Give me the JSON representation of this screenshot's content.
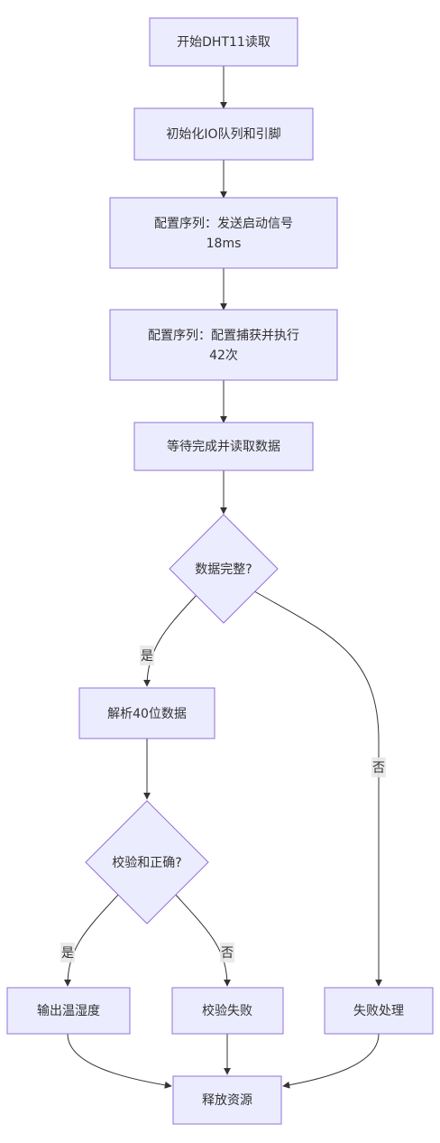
{
  "colors": {
    "node_fill": "#ECECFF",
    "node_stroke": "#9370DB",
    "edge": "#333333",
    "label_bg": "#E8E8E8",
    "text": "#333333"
  },
  "nodes": {
    "start": {
      "lines": [
        "开始DHT11读取"
      ]
    },
    "init": {
      "lines": [
        "初始化IO队列和引脚"
      ]
    },
    "config_start": {
      "lines": [
        "配置序列：发送启动信号",
        "18ms"
      ]
    },
    "config_capture": {
      "lines": [
        "配置序列：配置捕获并执行",
        "42次"
      ]
    },
    "wait_read": {
      "lines": [
        "等待完成并读取数据"
      ]
    },
    "data_complete": {
      "lines": [
        "数据完整?"
      ]
    },
    "parse": {
      "lines": [
        "解析40位数据"
      ]
    },
    "checksum": {
      "lines": [
        "校验和正确?"
      ]
    },
    "output": {
      "lines": [
        "输出温湿度"
      ]
    },
    "check_fail": {
      "lines": [
        "校验失败"
      ]
    },
    "fail_handle": {
      "lines": [
        "失败处理"
      ]
    },
    "release": {
      "lines": [
        "释放资源"
      ]
    }
  },
  "edge_labels": {
    "complete_yes": "是",
    "complete_no": "否",
    "check_yes": "是",
    "check_no": "否"
  }
}
